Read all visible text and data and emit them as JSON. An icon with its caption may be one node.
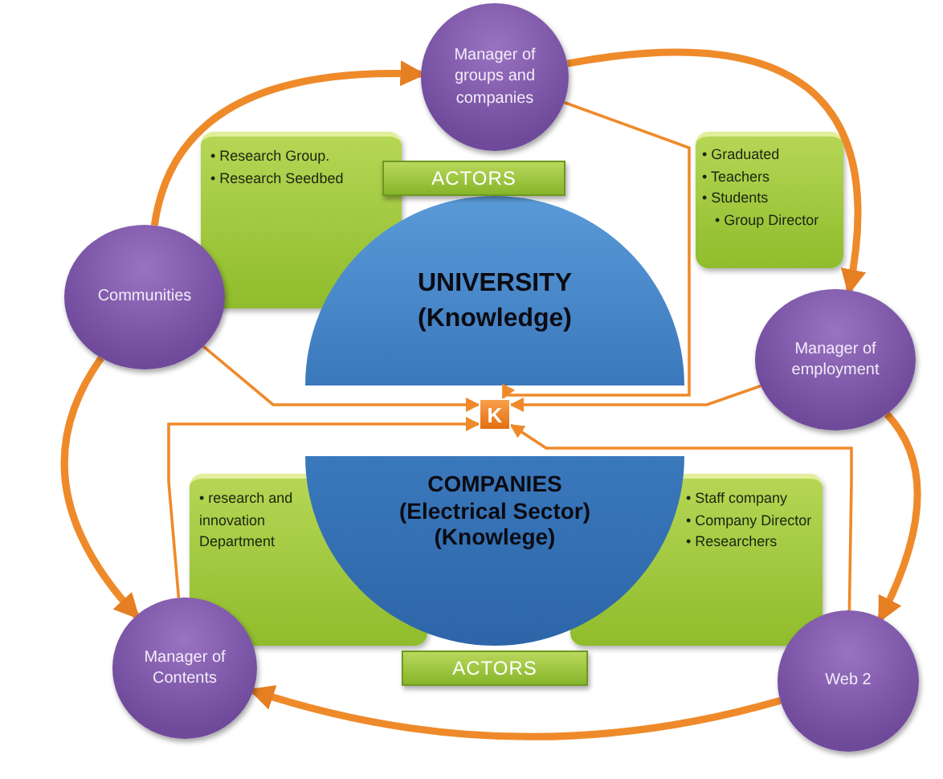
{
  "diagram": {
    "nodes": [
      {
        "text": [
          "Manager of groups and companies"
        ]
      },
      {
        "text": [
          "Communities"
        ]
      },
      {
        "text": [
          "Manager of employment"
        ]
      },
      {
        "text": [
          "Manager of Contents"
        ]
      },
      {
        "text": [
          "Web 2"
        ]
      },
      {
        "text": [
          "• Research Group.",
          "• Research Seedbed"
        ]
      },
      {
        "text": [
          "• Graduated",
          "• Teachers",
          "• Students",
          "• Group Director"
        ]
      },
      {
        "text": [
          "• research and innovation Department"
        ]
      },
      {
        "text": [
          "• Staff company",
          "• Company Director",
          "• Researchers"
        ]
      },
      {
        "text": [
          "ACTORS"
        ]
      },
      {
        "text": [
          "ACTORS"
        ]
      },
      {
        "text": [
          "UNIVERSITY",
          "(Knowledge)"
        ]
      },
      {
        "text": [
          "COMPANIES",
          "(Electrical Sector)",
          "(Knowlege)"
        ]
      },
      {
        "text": [
          "K"
        ]
      }
    ],
    "edges": [
      {
        "from": 1,
        "to": 0,
        "arrow": "to",
        "style": "thick"
      },
      {
        "from": 0,
        "to": 2,
        "arrow": "to",
        "style": "thick"
      },
      {
        "from": 2,
        "to": 4,
        "arrow": "to",
        "style": "thick"
      },
      {
        "from": 4,
        "to": 3,
        "arrow": "to",
        "style": "thick"
      },
      {
        "from": 1,
        "to": 3,
        "arrow": "to",
        "style": "thick"
      },
      {
        "from": 0,
        "to": 13,
        "arrow": "to"
      },
      {
        "from": 1,
        "to": 13,
        "arrow": "to"
      },
      {
        "from": 2,
        "to": 13,
        "arrow": "to"
      },
      {
        "from": 3,
        "to": 13,
        "arrow": "to"
      },
      {
        "from": 4,
        "to": 13,
        "arrow": "to"
      }
    ]
  }
}
